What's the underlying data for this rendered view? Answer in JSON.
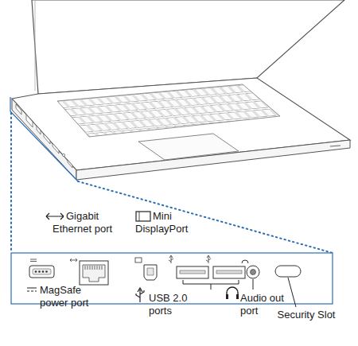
{
  "diagram": {
    "labels": [
      "Gigabit Ethernet port",
      "Mini DisplayPort",
      "MagSafe power port",
      "USB 2.0 ports",
      "Audio out port",
      "Security Slot"
    ]
  }
}
